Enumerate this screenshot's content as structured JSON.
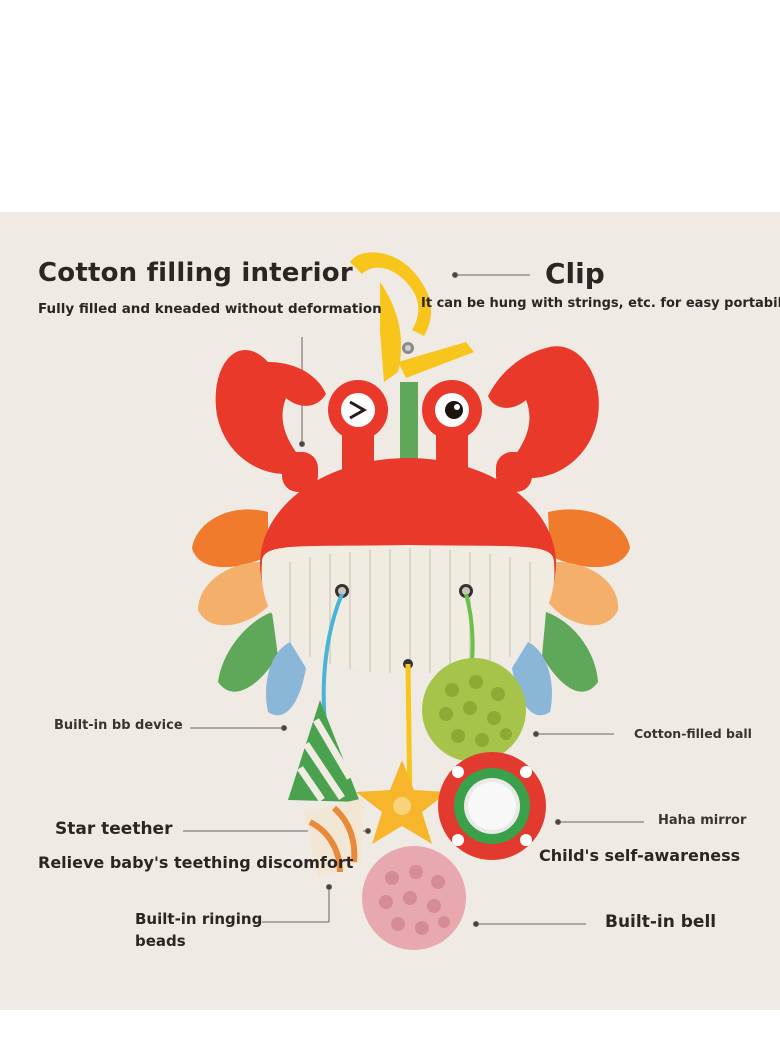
{
  "labels": {
    "cotton_title": "Cotton filling interior",
    "cotton_desc": "Fully filled and kneaded without deformation",
    "clip_title": "Clip",
    "clip_desc": "It can be hung with strings, etc. for easy portability",
    "bb_device": "Built-in bb device",
    "cotton_ball": "Cotton-filled ball",
    "star_title": "Star teether",
    "star_desc": "Relieve baby's teething discomfort",
    "haha_mirror": "Haha mirror",
    "self_awareness": "Child's self-awareness",
    "ringing_beads_1": "Built-in ringing",
    "ringing_beads_2": "beads",
    "bell": "Built-in bell"
  },
  "colors": {
    "panel_bg": "#efebe4",
    "crab_red": "#e8392a",
    "belly_cream": "#f1ece1",
    "clip_yellow": "#f7c51b",
    "text": "#2b2622"
  },
  "icons": [
    "crab-toy-illustration",
    "clip-icon",
    "star-teether-icon",
    "mirror-icon",
    "bell-ball-icon",
    "ringing-beads-ball-icon"
  ]
}
